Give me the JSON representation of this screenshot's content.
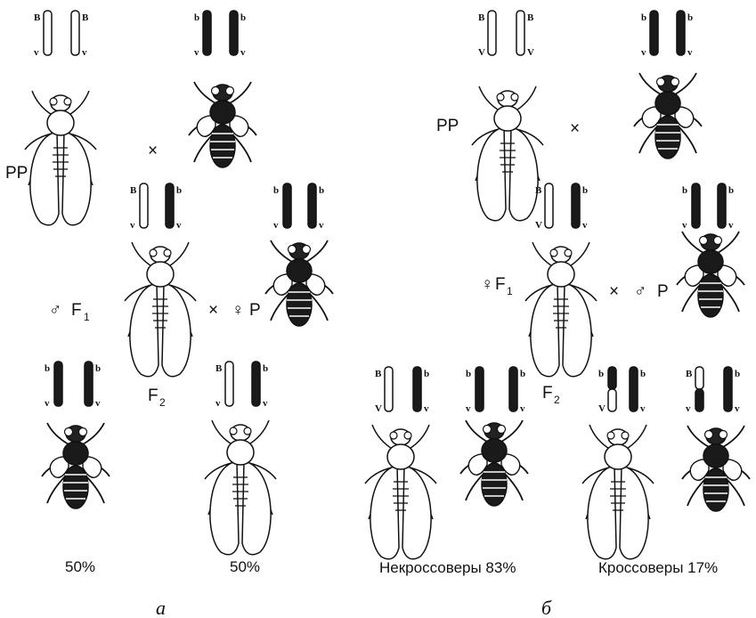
{
  "symbols": {
    "cross": "×",
    "female": "♀",
    "male": "♂"
  },
  "panels": [
    {
      "letter": "а",
      "parents_label": "PP",
      "f1_label": "F",
      "f1_sub": "1",
      "f1_sex": "♂",
      "p_label": "P",
      "p_sex": "♀",
      "f2_label": "F",
      "f2_sub": "2",
      "f2_results": [
        "50%",
        "50%"
      ],
      "chromosomes": {
        "parent_left": [
          "B",
          "v",
          "B",
          "v"
        ],
        "parent_right": [
          "b",
          "v",
          "b",
          "v"
        ],
        "f1": [
          "B",
          "v",
          "b",
          "v"
        ],
        "p": [
          "b",
          "v",
          "b",
          "v"
        ],
        "f2_a": [
          "b",
          "v",
          "b",
          "v"
        ],
        "f2_b": [
          "B",
          "v",
          "b",
          "v"
        ]
      }
    },
    {
      "letter": "б",
      "parents_label": "PP",
      "f1_label": "F",
      "f1_sub": "1",
      "f1_sex": "♀",
      "p_label": "P",
      "p_sex": "♂",
      "f2_label": "F",
      "f2_sub": "2",
      "f2_results": [
        "Некроссоверы 83%",
        "Кроссоверы 17%"
      ],
      "chromosomes": {
        "parent_left": [
          "B",
          "V",
          "B",
          "V"
        ],
        "parent_right": [
          "b",
          "v",
          "b",
          "v"
        ],
        "f1": [
          "B",
          "V",
          "b",
          "v"
        ],
        "p": [
          "b",
          "v",
          "b",
          "v"
        ],
        "f2_a": [
          "B",
          "V",
          "b",
          "v"
        ],
        "f2_b": [
          "b",
          "v",
          "b",
          "v"
        ],
        "f2_c": [
          "b",
          "V",
          "b",
          "v"
        ],
        "f2_d": [
          "B",
          "v",
          "b",
          "v"
        ]
      }
    }
  ]
}
